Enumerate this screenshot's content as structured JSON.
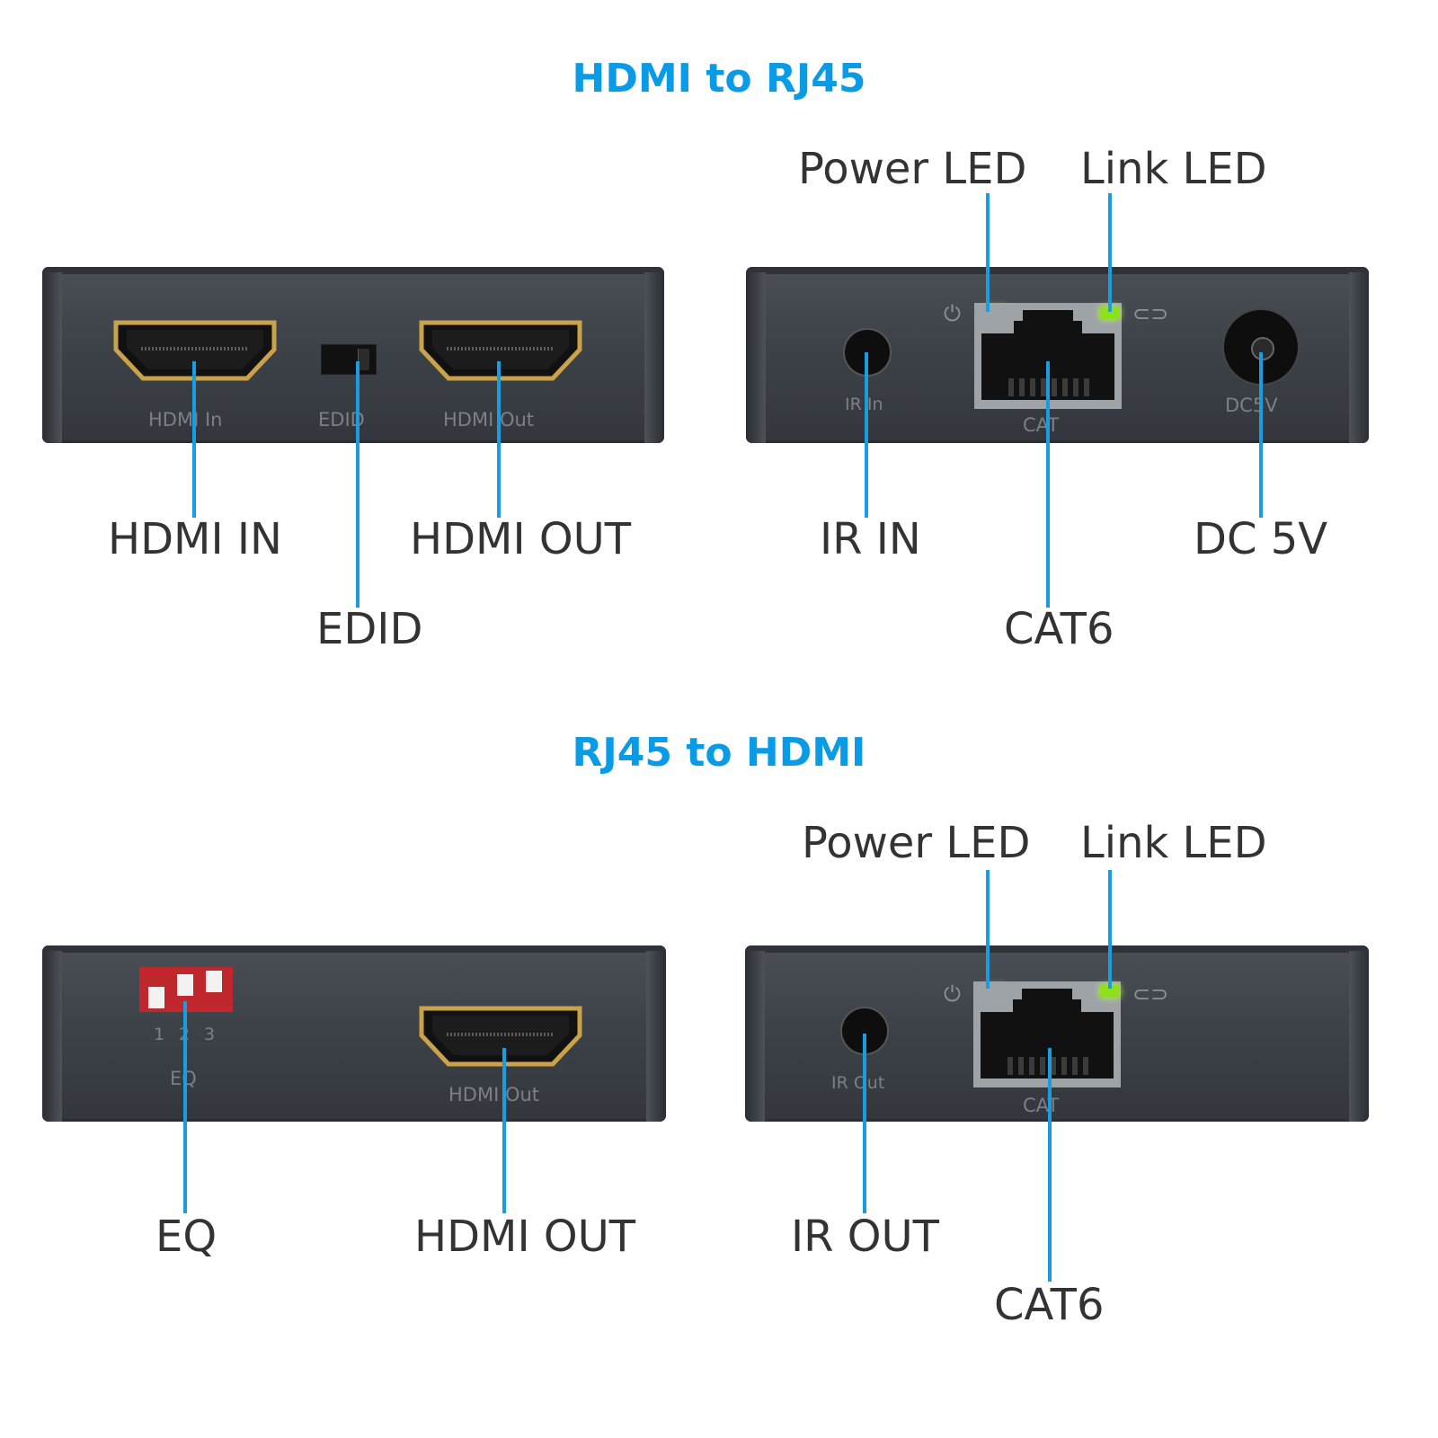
{
  "colors": {
    "title": "#0a9be6",
    "leader": "#1a9de0",
    "label": "#333333",
    "led": "#8fe01c",
    "panel": "#3d4249"
  },
  "section1": {
    "title": "HDMI to RJ45",
    "transmitter_front": {
      "silkscreen": {
        "hdmi_in": "HDMI In",
        "edid": "EDID",
        "hdmi_out": "HDMI Out"
      },
      "labels": {
        "hdmi_in": "HDMI IN",
        "edid": "EDID",
        "hdmi_out": "HDMI OUT"
      }
    },
    "transmitter_rear": {
      "silkscreen": {
        "ir_in": "IR In",
        "cat": "CAT",
        "dc": "DC5V"
      },
      "labels": {
        "power_led": "Power LED",
        "link_led": "Link LED",
        "ir_in": "IR IN",
        "cat6": "CAT6",
        "dc": "DC 5V"
      },
      "icons": [
        "power-icon",
        "link-icon"
      ]
    }
  },
  "section2": {
    "title": "RJ45 to HDMI",
    "receiver_front": {
      "silkscreen": {
        "switch_numbers": [
          "1",
          "2",
          "3"
        ],
        "eq": "EQ",
        "hdmi_out": "HDMI Out"
      },
      "labels": {
        "eq": "EQ",
        "hdmi_out": "HDMI OUT"
      }
    },
    "receiver_rear": {
      "silkscreen": {
        "ir_out": "IR Out",
        "cat": "CAT"
      },
      "labels": {
        "power_led": "Power LED",
        "link_led": "Link LED",
        "ir_out": "IR OUT",
        "cat6": "CAT6"
      },
      "icons": [
        "power-icon",
        "link-icon"
      ]
    }
  }
}
